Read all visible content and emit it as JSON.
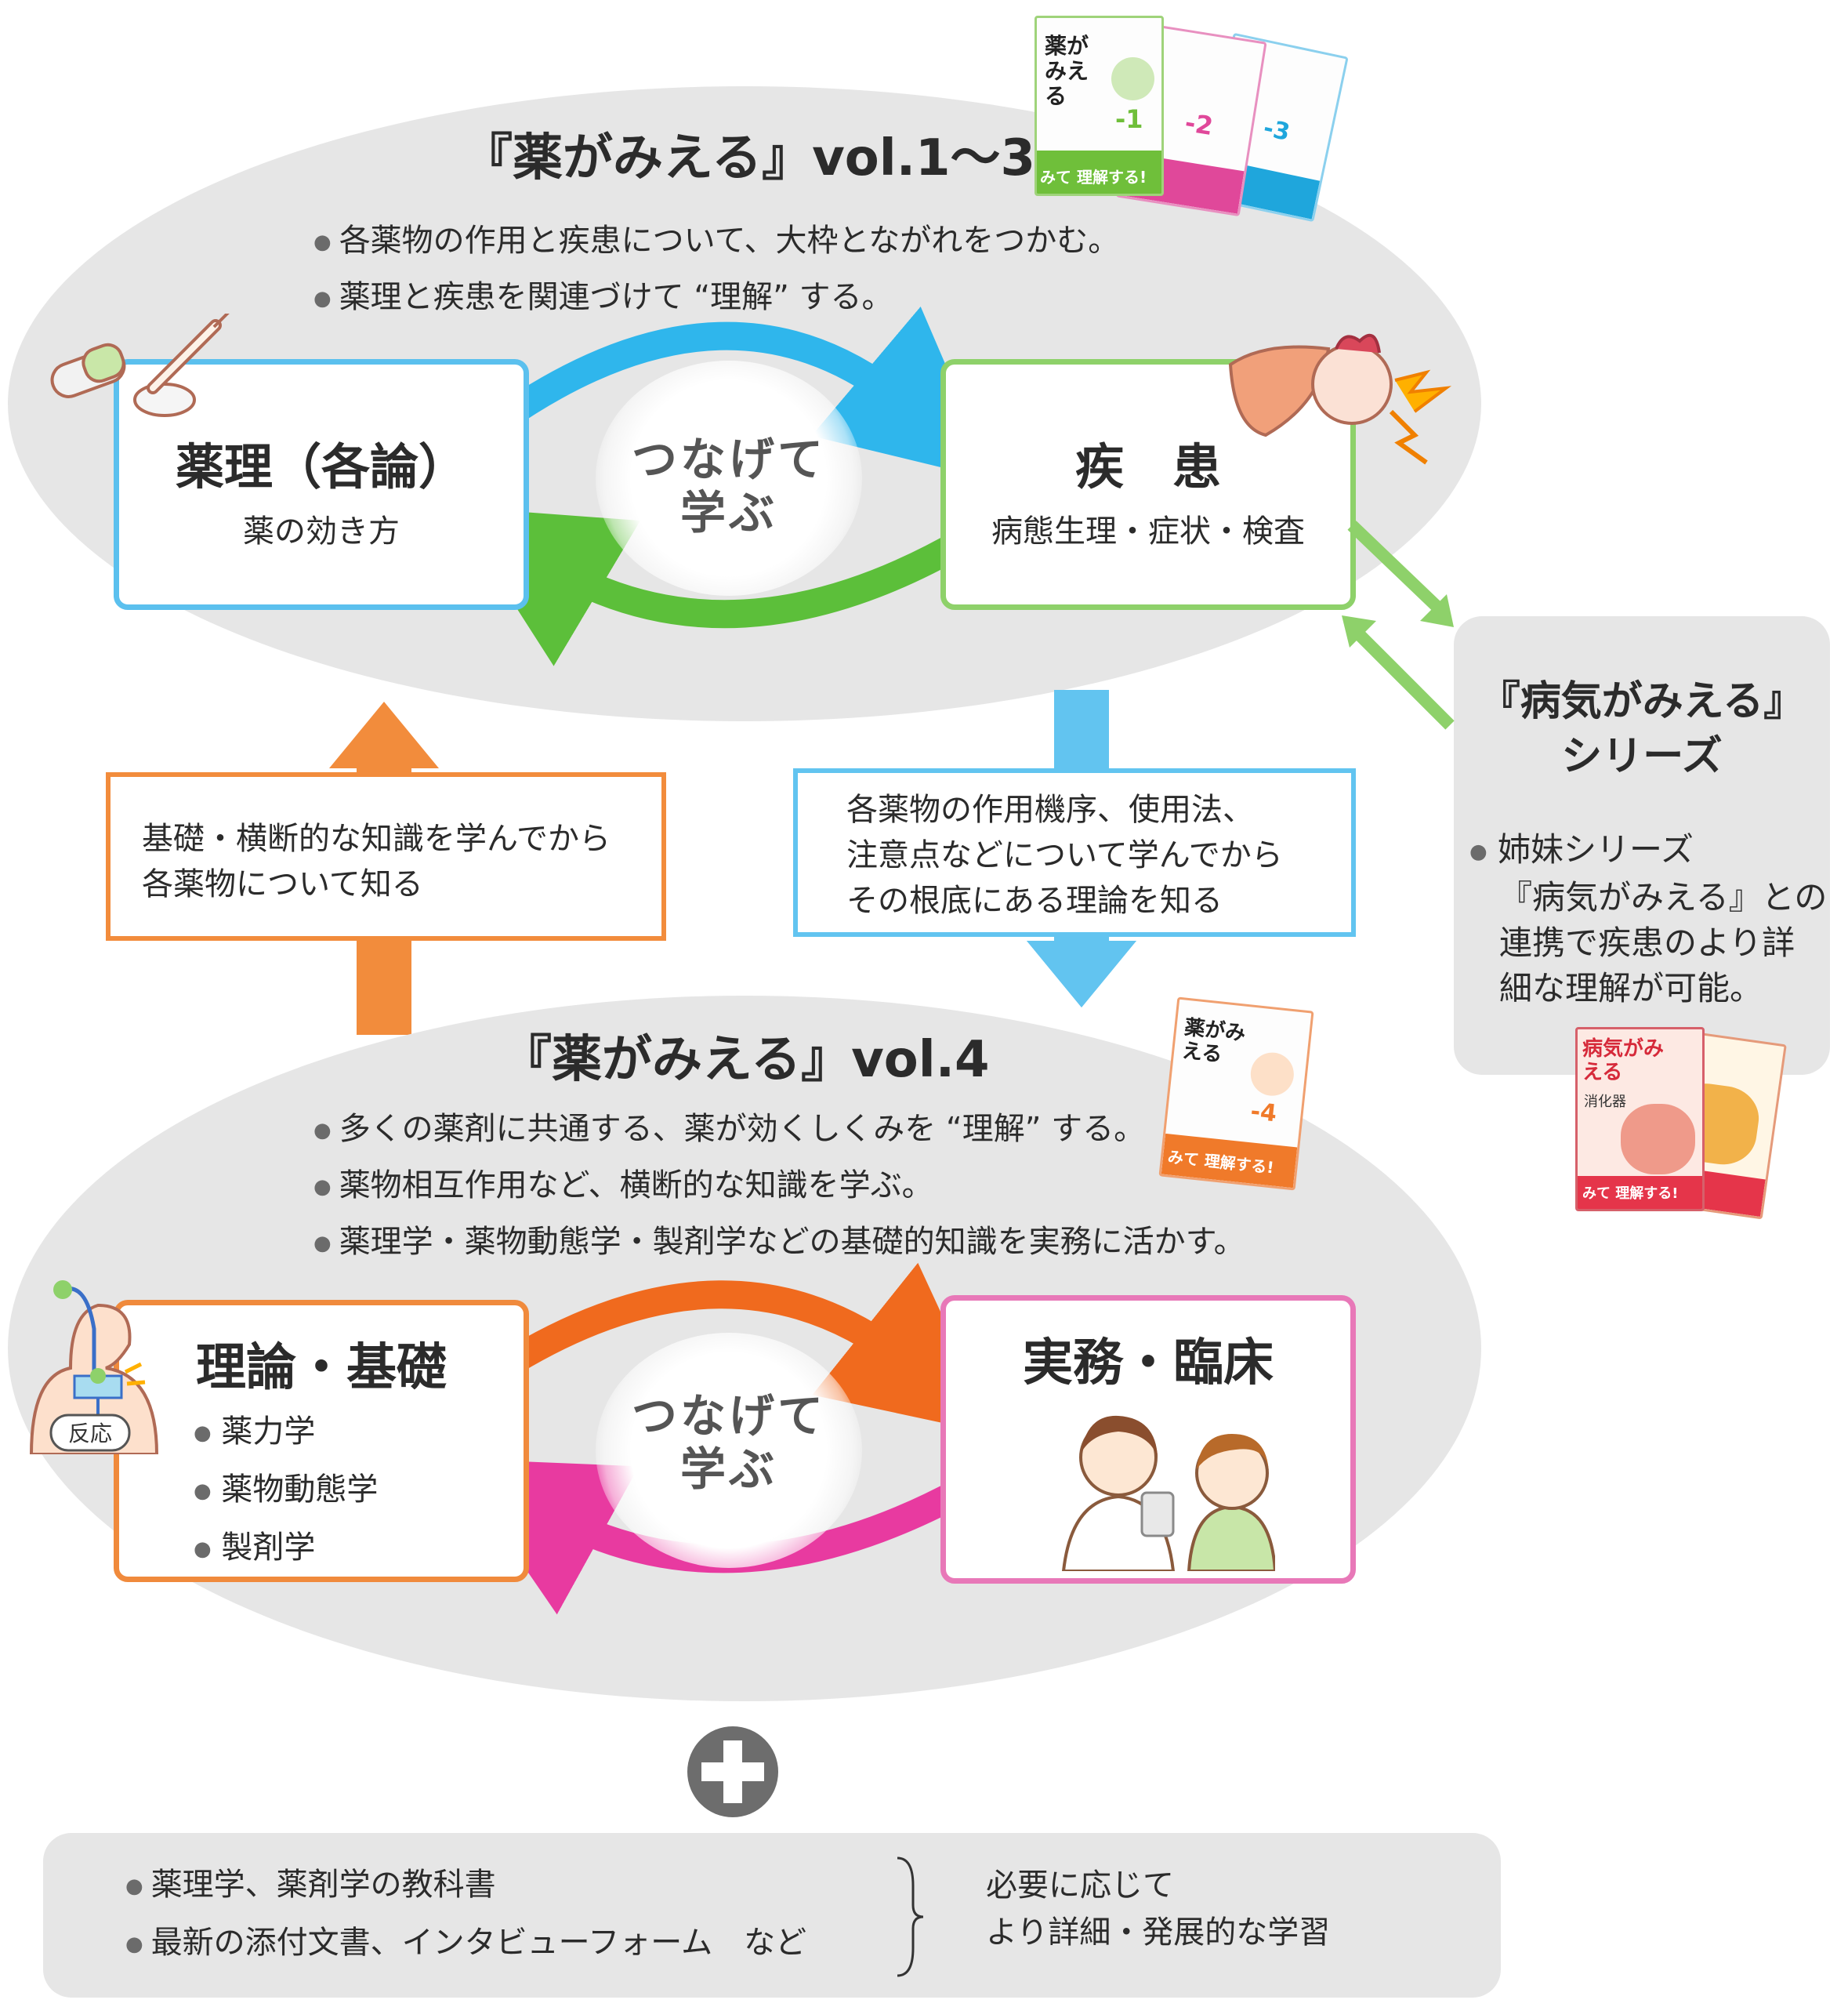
{
  "top": {
    "title": "『薬がみえる』vol.1〜3",
    "bullets": [
      "各薬物の作用と疾患について、大枠とながれをつかむ。",
      "薬理と疾患を関連づけて “理解” する。"
    ],
    "left_box": {
      "title": "薬理（各論）",
      "subtitle": "薬の効き方"
    },
    "right_box": {
      "title": "疾　患",
      "subtitle": "病態生理・症状・検査"
    },
    "connect_line1": "つなげて",
    "connect_line2": "学ぶ",
    "book_labels": [
      "-1",
      "-2",
      "-3"
    ],
    "book_text": "薬がみえる",
    "book_band": "みて 理解する!",
    "colors": {
      "left_border": "#5bc0ee",
      "right_border": "#8ed16a",
      "arrow_blue": "#2fb6ec",
      "arrow_green": "#5cbf3a"
    }
  },
  "middle": {
    "orange_note": [
      "基礎・横断的な知識を学んでから",
      "各薬物について知る"
    ],
    "blue_note": [
      "各薬物の作用機序、使用法、",
      "注意点などについて学んでから",
      "その根底にある理論を知る"
    ],
    "colors": {
      "orange": "#f28c3c",
      "blue": "#62c4f0"
    }
  },
  "side": {
    "title_line1": "『病気がみえる』",
    "title_line2": "シリーズ",
    "bullet_lines": [
      "姉妹シリーズ",
      "『病気がみえる』との",
      "連携で疾患のより詳",
      "細な理解が可能。"
    ],
    "book_text": "病気がみえる",
    "book_sub": "消化器",
    "book_band": "みて 理解する!"
  },
  "bottom": {
    "title": "『薬がみえる』vol.4",
    "bullets": [
      "多くの薬剤に共通する、薬が効くしくみを “理解” する。",
      "薬物相互作用など、横断的な知識を学ぶ。",
      "薬理学・薬物動態学・製剤学などの基礎的知識を実務に活かす。"
    ],
    "left_box": {
      "title": "理論・基礎",
      "items": [
        "薬力学",
        "薬物動態学",
        "製剤学"
      ]
    },
    "right_box": {
      "title": "実務・臨床"
    },
    "connect_line1": "つなげて",
    "connect_line2": "学ぶ",
    "body_label": "反応",
    "book_label": "-4",
    "book_text": "薬がみえる",
    "book_band": "みて 理解する!",
    "colors": {
      "left_border": "#f08a3c",
      "right_border": "#e878b8",
      "arrow_orange": "#f06a1e",
      "arrow_pink": "#e83aa0"
    }
  },
  "footer": {
    "bullets": [
      "薬理学、薬剤学の教科書",
      "最新の添付文書、インタビューフォーム　など"
    ],
    "note_line1": "必要に応じて",
    "note_line2": "より詳細・発展的な学習"
  }
}
